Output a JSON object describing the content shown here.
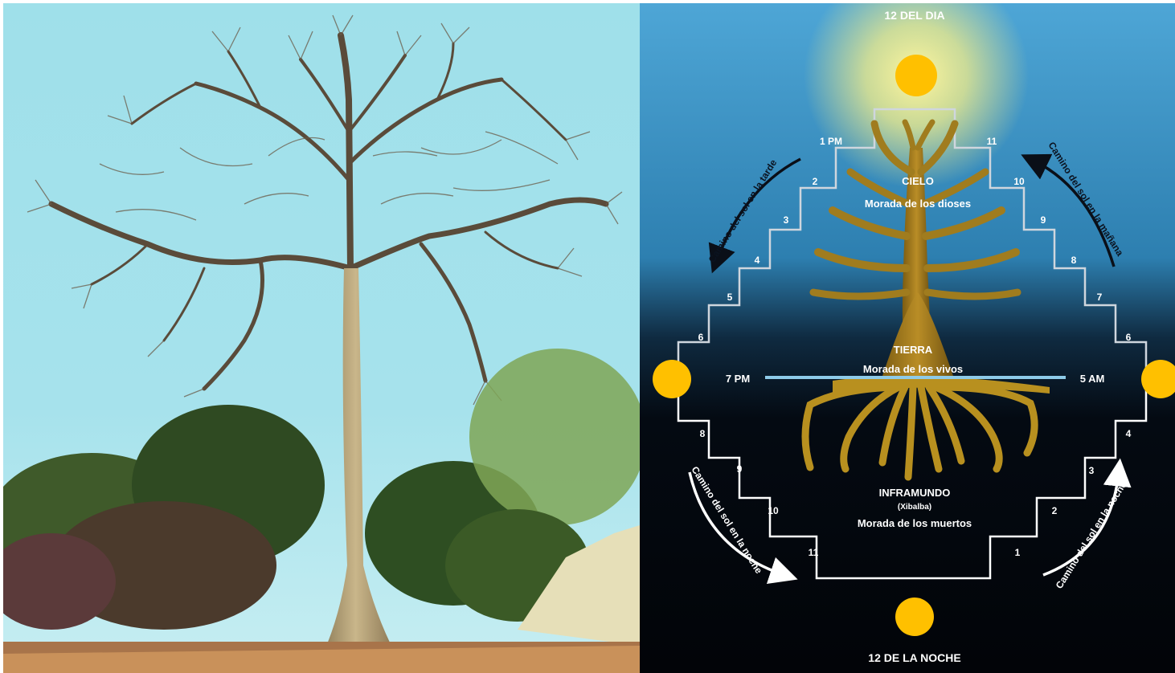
{
  "diagram": {
    "top_label": "12 DEL DIA",
    "bottom_label": "12 DE LA NOCHE",
    "left_horizon": "7 PM",
    "right_horizon": "5 AM",
    "sky": {
      "title": "CIELO",
      "subtitle": "Morada de los dioses"
    },
    "earth": {
      "title": "TIERRA",
      "subtitle": "Morada de los vivos"
    },
    "underworld": {
      "title": "INFRAMUNDO",
      "alias": "(Xibalba)",
      "subtitle": "Morada de los muertos"
    },
    "arcs": {
      "afternoon": "Camino del sol en la tarde",
      "morning": "Camino del sol en la mañana",
      "night_left": "Camino del sol en la noche",
      "night_right": "Camino del sol en la noche"
    },
    "hours_left_upper": [
      "1 PM",
      "2",
      "3",
      "4",
      "5",
      "6"
    ],
    "hours_right_upper": [
      "11",
      "10",
      "9",
      "8",
      "7",
      "6"
    ],
    "hours_left_lower": [
      "8",
      "9",
      "10",
      "11"
    ],
    "hours_right_lower": [
      "4",
      "3",
      "2",
      "1"
    ],
    "colors": {
      "sun": "#ffc000",
      "sky_top": "#4aa3d3",
      "night": "#050a12",
      "tree": "#a07c1e",
      "horizon_line": "#8ecbe8"
    }
  },
  "photo": {
    "subject": "ceiba-tree",
    "colors": {
      "sky": "#9cdce8",
      "trunk": "#b4a277"
    }
  }
}
